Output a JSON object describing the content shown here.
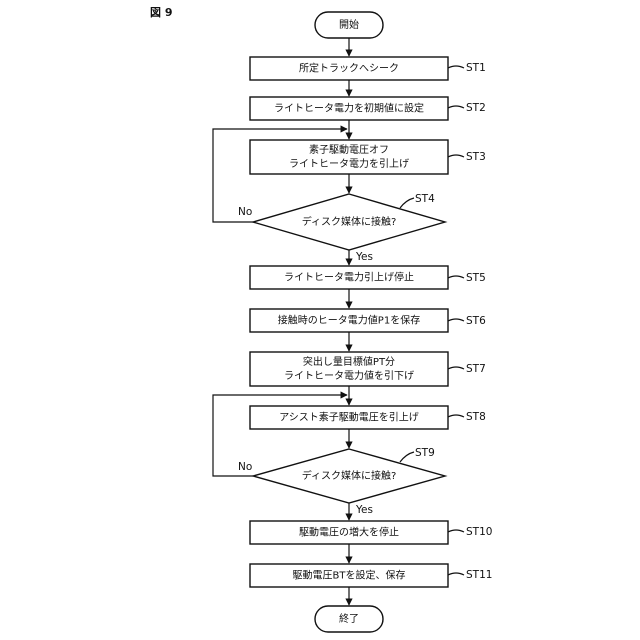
{
  "figure_label": "図 9",
  "start": "開始",
  "end": "終了",
  "steps": {
    "st1": {
      "id": "ST1",
      "lines": [
        "所定トラックへシーク"
      ]
    },
    "st2": {
      "id": "ST2",
      "lines": [
        "ライトヒータ電力を初期値に設定"
      ]
    },
    "st3": {
      "id": "ST3",
      "lines": [
        "素子駆動電圧オフ",
        "ライトヒータ電力を引上げ"
      ]
    },
    "st4": {
      "id": "ST4",
      "lines": [
        "ディスク媒体に接触?"
      ]
    },
    "st5": {
      "id": "ST5",
      "lines": [
        "ライトヒータ電力引上げ停止"
      ]
    },
    "st6": {
      "id": "ST6",
      "lines": [
        "接触時のヒータ電力値P1を保存"
      ]
    },
    "st7": {
      "id": "ST7",
      "lines": [
        "突出し量目標値PT分",
        "ライトヒータ電力値を引下げ"
      ]
    },
    "st8": {
      "id": "ST8",
      "lines": [
        "アシスト素子駆動電圧を引上げ"
      ]
    },
    "st9": {
      "id": "ST9",
      "lines": [
        "ディスク媒体に接触?"
      ]
    },
    "st10": {
      "id": "ST10",
      "lines": [
        "駆動電圧の増大を停止"
      ]
    },
    "st11": {
      "id": "ST11",
      "lines": [
        "駆動電圧BTを設定、保存"
      ]
    }
  },
  "branch_labels": {
    "st4_no": "No",
    "st4_yes": "Yes",
    "st9_no": "No",
    "st9_yes": "Yes"
  }
}
